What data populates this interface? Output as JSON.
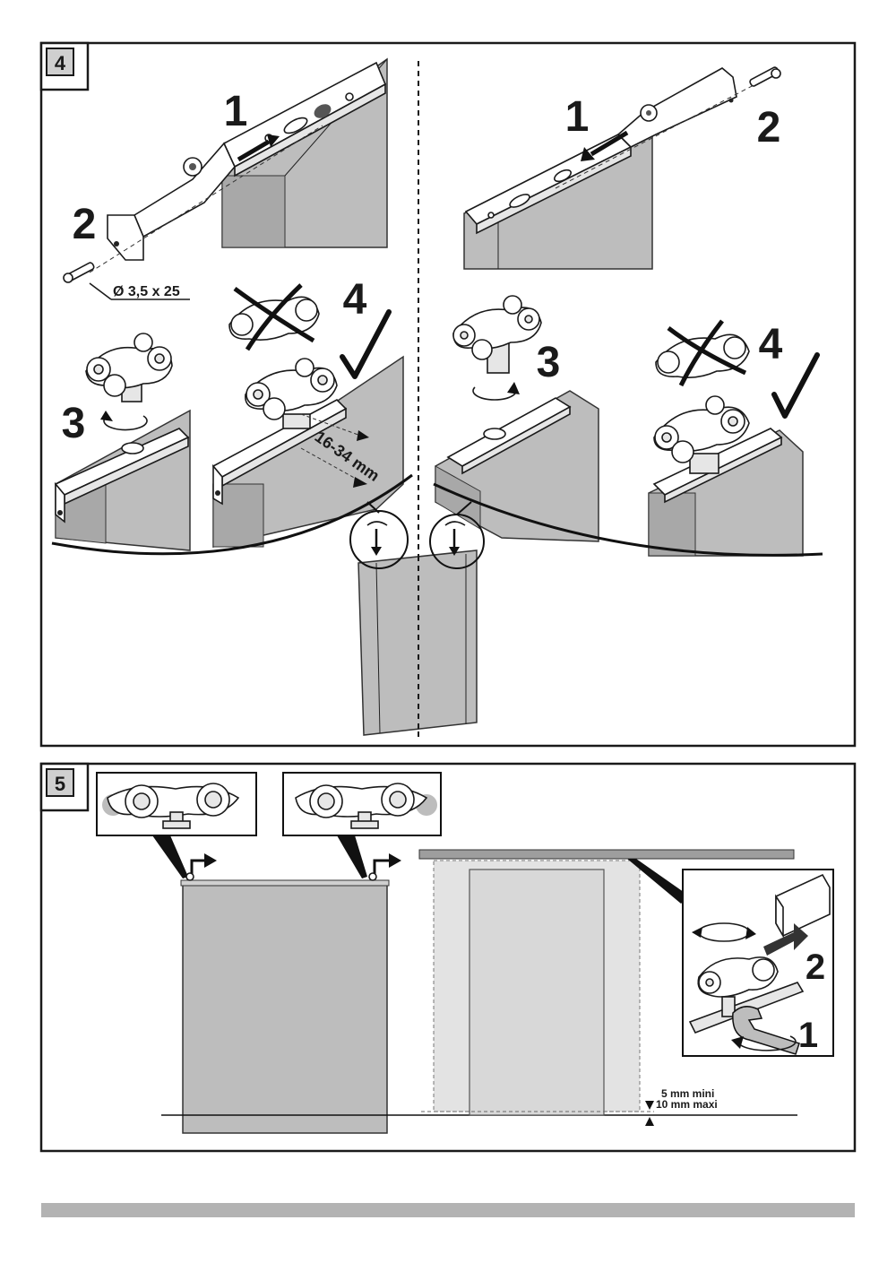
{
  "steps": {
    "step4": {
      "badge": "4",
      "left": {
        "n1": "1",
        "n2": "2",
        "n3": "3",
        "n4": "4",
        "screw_spec": "Ø 3,5 x 25",
        "range": "16-34 mm"
      },
      "right": {
        "n1": "1",
        "n2": "2",
        "n3": "3",
        "n4": "4"
      }
    },
    "step5": {
      "badge": "5",
      "inset_n1": "1",
      "inset_n2": "2",
      "gap_min": "5 mm mini",
      "gap_max": "10 mm maxi"
    }
  },
  "colors": {
    "door_fill": "#bdbdbd",
    "door_light": "#d6d6d6",
    "rail": "#9e9e9e",
    "footer_bar": "#b3b3b3",
    "ink": "#1a1a1a"
  },
  "icons": [
    "check-icon",
    "cross-icon",
    "rotate-arrow-icon",
    "wrench-icon",
    "roller-trolley-icon",
    "screw-icon"
  ]
}
